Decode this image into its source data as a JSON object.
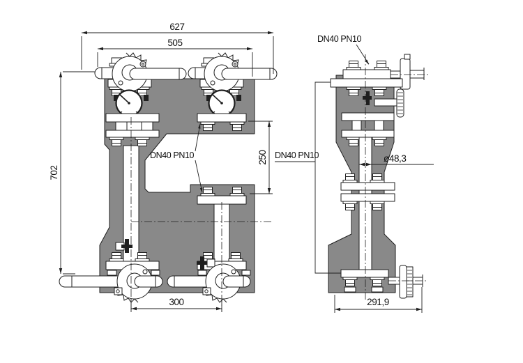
{
  "drawing": {
    "type": "technical-drawing",
    "views": {
      "front": "front-view",
      "side": "side-view"
    },
    "colors": {
      "plate": "#898989",
      "line": "#1f1f1f",
      "background": "#ffffff"
    },
    "dimensions": {
      "overall_width": "627",
      "plate_width": "505",
      "overall_height": "702",
      "meter_gap": "250",
      "pipe_spacing": "300",
      "side_width": "291,9",
      "pipe_diameter": "ø48,3"
    },
    "labels": {
      "flange_top": "DN40 PN10",
      "flange_meter": "DN40 PN10",
      "flange_side": "DN40 PN10"
    }
  }
}
